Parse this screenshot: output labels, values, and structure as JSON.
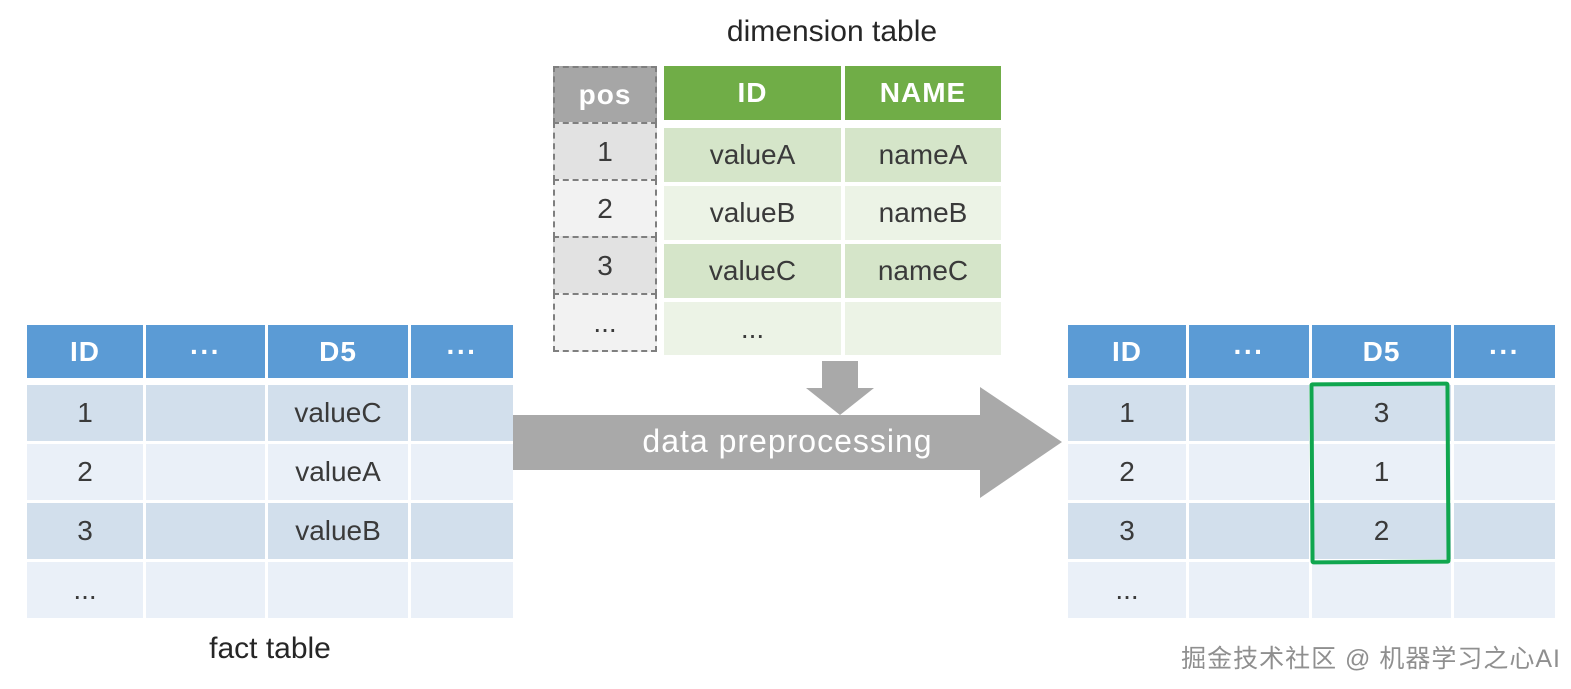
{
  "titles": {
    "dimension_table": "dimension table",
    "fact_table": "fact table"
  },
  "arrow": {
    "label": "data preprocessing"
  },
  "watermark": "掘金技术社区 @ 机器学习之心AI",
  "colors": {
    "blue_header": "#5b9bd5",
    "blue_band_dark": "#d2dfec",
    "blue_band_light": "#eaf0f8",
    "green_header": "#70ad47",
    "green_band_dark": "#d5e5c9",
    "green_band_light": "#ecf3e6",
    "pos_header": "#a6a6a6",
    "arrow_gray": "#a9a9a9",
    "highlight_green": "#10a64f"
  },
  "dimension_table": {
    "pos": {
      "headers": [
        "pos"
      ],
      "rows": [
        [
          "1"
        ],
        [
          "2"
        ],
        [
          "3"
        ],
        [
          "..."
        ]
      ]
    },
    "main": {
      "headers": [
        "ID",
        "NAME"
      ],
      "rows": [
        [
          "valueA",
          "nameA"
        ],
        [
          "valueB",
          "nameB"
        ],
        [
          "valueC",
          "nameC"
        ],
        [
          "...",
          ""
        ]
      ]
    }
  },
  "fact_table": {
    "headers": [
      "ID",
      "···",
      "D5",
      "···"
    ],
    "rows": [
      [
        "1",
        "",
        "valueC",
        ""
      ],
      [
        "2",
        "",
        "valueA",
        ""
      ],
      [
        "3",
        "",
        "valueB",
        ""
      ],
      [
        "...",
        "",
        "",
        ""
      ]
    ]
  },
  "result_table": {
    "headers": [
      "ID",
      "···",
      "D5",
      "···"
    ],
    "rows": [
      [
        "1",
        "",
        "3",
        ""
      ],
      [
        "2",
        "",
        "1",
        ""
      ],
      [
        "3",
        "",
        "2",
        ""
      ],
      [
        "...",
        "",
        "",
        ""
      ]
    ]
  }
}
